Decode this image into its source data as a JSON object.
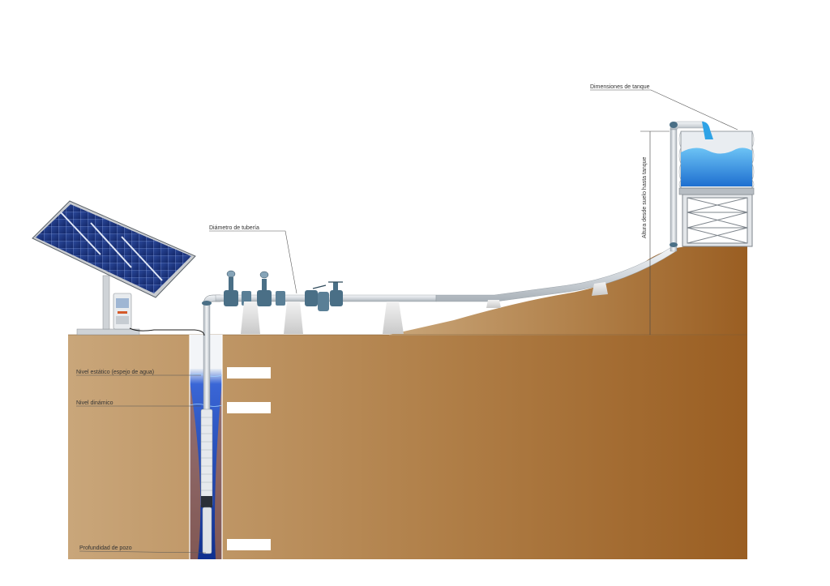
{
  "labels": {
    "tank_dimensions": "Dimensiones de tanque",
    "pipe_diameter": "Diámetro de tubería",
    "height_ground_to_tank": "Altura desde suelo hasta tanque",
    "static_level": "Nivel estático (espejo de agua)",
    "dynamic_level": "Nivel dinámico",
    "well_depth": "Profundidad de pozo"
  },
  "colors": {
    "soil_light": "#c8a476",
    "soil_dark": "#9a5e22",
    "water": "#2f7fe0",
    "well_water": "#1f4fbf",
    "pipe": "#dcdfe3",
    "fitting": "#4a6f86",
    "panel": "#1e3a8a"
  }
}
